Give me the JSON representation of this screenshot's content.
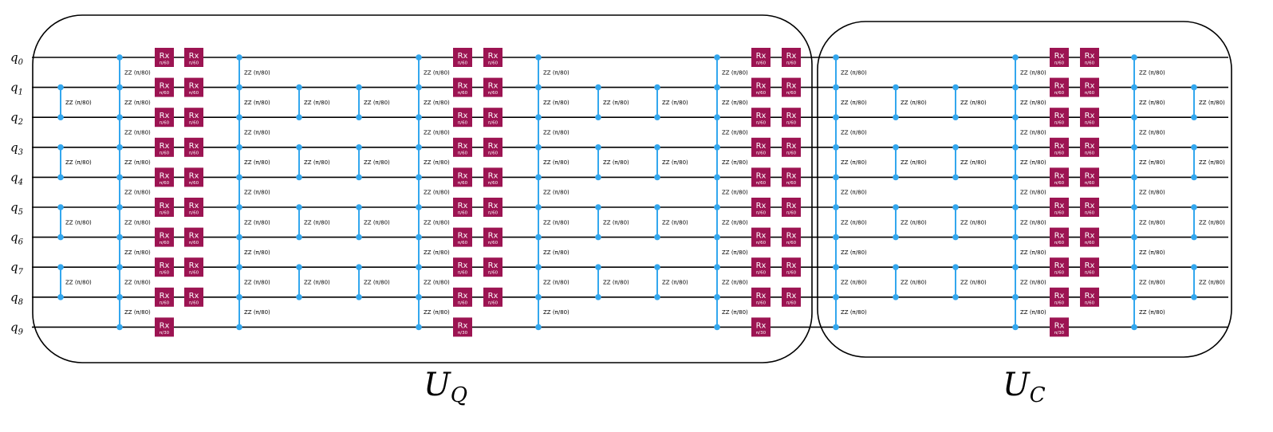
{
  "colors": {
    "wire": "#000000",
    "zz": "#33a7ee",
    "rx": "#9c1452",
    "box": "#000000"
  },
  "qubits": [
    {
      "base": "q",
      "sub": "0"
    },
    {
      "base": "q",
      "sub": "1"
    },
    {
      "base": "q",
      "sub": "2"
    },
    {
      "base": "q",
      "sub": "3"
    },
    {
      "base": "q",
      "sub": "4"
    },
    {
      "base": "q",
      "sub": "5"
    },
    {
      "base": "q",
      "sub": "6"
    },
    {
      "base": "q",
      "sub": "7"
    },
    {
      "base": "q",
      "sub": "8"
    },
    {
      "base": "q",
      "sub": "9"
    }
  ],
  "zz_label": "ZZ (π/80)",
  "rx_gate": {
    "name": "Rx",
    "param": "π/60",
    "param_last": "π/30"
  },
  "blocks": [
    {
      "base": "U",
      "sub": "Q"
    },
    {
      "base": "U",
      "sub": "C"
    }
  ]
}
